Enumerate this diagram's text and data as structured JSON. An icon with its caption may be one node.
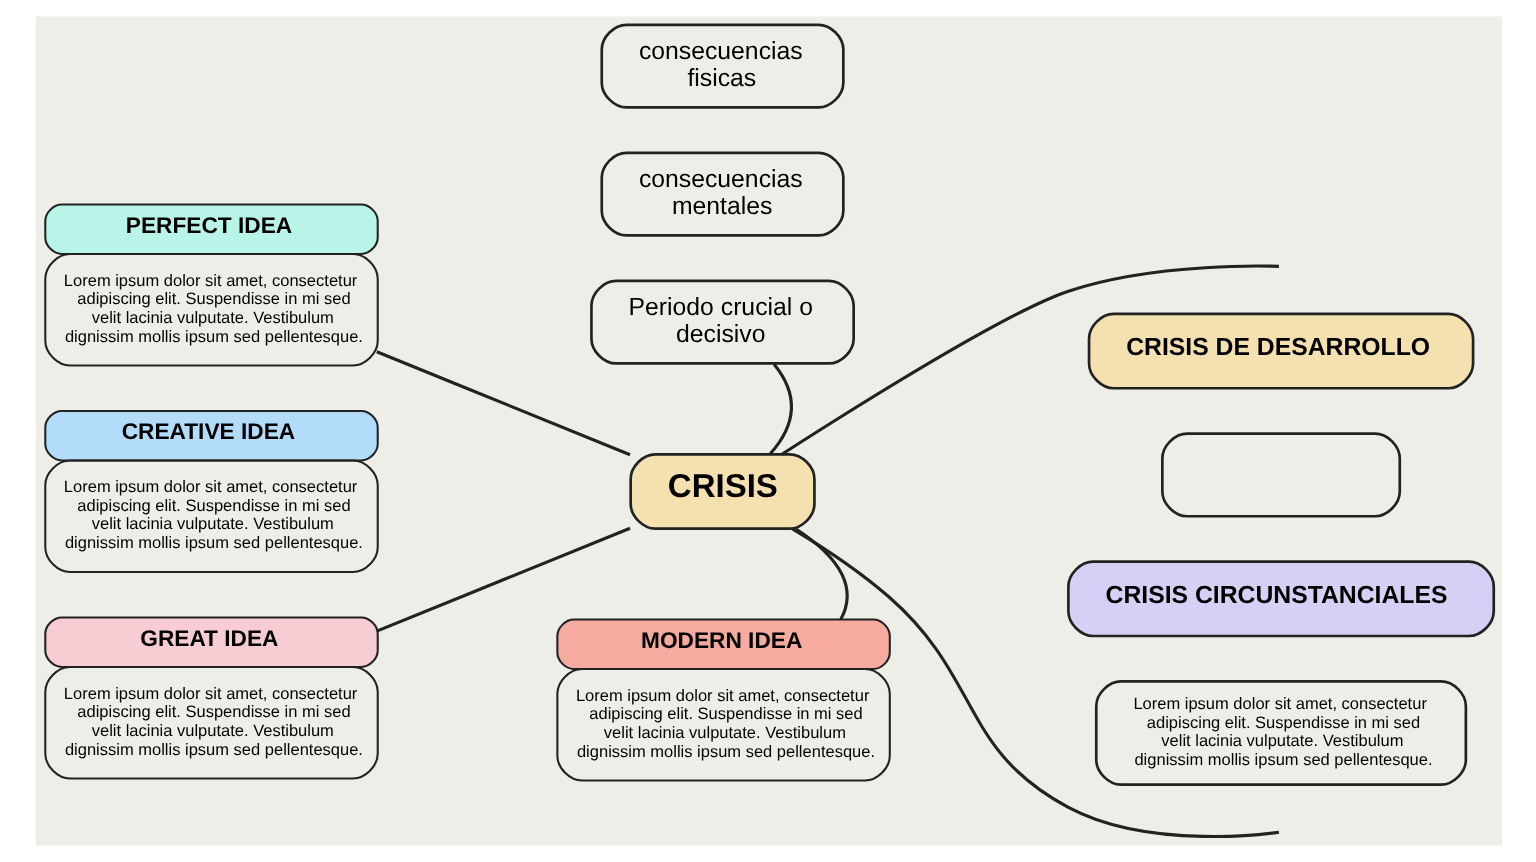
{
  "diagram": {
    "nodes": [
      {
        "text": [
          "PERFECT IDEA",
          "Lorem ipsum dolor sit amet, consectetur adipiscing elit. Suspendisse in mi sed velit lacinia vulputate. Vestibulum dignissim mollis ipsum sed pellentesque."
        ]
      },
      {
        "text": [
          "consecuencias fisicas"
        ]
      },
      {
        "text": [
          "consecuencias mentales"
        ]
      },
      {
        "text": [
          "CRISIS DE DESARROLLO"
        ]
      },
      {
        "text": [],
        "shape": "box"
      },
      {
        "text": [
          "Periodo crucial o decisivo"
        ]
      },
      {
        "text": [
          "CREATIVE IDEA",
          "Lorem ipsum dolor sit amet, consectetur adipiscing elit. Suspendisse in mi sed velit lacinia vulputate. Vestibulum dignissim mollis ipsum sed pellentesque."
        ]
      },
      {
        "text": [
          "CRISIS"
        ]
      },
      {
        "text": [
          "CRISIS CIRCUNSTANCIALES"
        ]
      },
      {
        "text": [
          "GREAT IDEA",
          "Lorem ipsum dolor sit amet, consectetur adipiscing elit. Suspendisse in mi sed velit lacinia vulputate. Vestibulum dignissim mollis ipsum sed pellentesque."
        ]
      },
      {
        "text": [
          "MODERN IDEA",
          "Lorem ipsum dolor sit amet, consectetur adipiscing elit. Suspendisse in mi sed velit lacinia vulputate. Vestibulum dignissim mollis ipsum sed pellentesque."
        ]
      },
      {
        "text": [
          "Lorem ipsum dolor sit amet, consectetur adipiscing elit. Suspendisse in mi sed velit lacinia vulputate. Vestibulum dignissim mollis ipsum sed pellentesque."
        ]
      }
    ],
    "edges": [
      {
        "from": 0,
        "to": 7,
        "arrow": "none"
      },
      {
        "from": 9,
        "to": 7,
        "arrow": "none"
      },
      {
        "from": 5,
        "to": 7,
        "arrow": "none"
      },
      {
        "from": 7,
        "to": 10,
        "arrow": "none"
      },
      {
        "from": 7,
        "to": null,
        "arrow": "none"
      },
      {
        "from": 7,
        "to": null,
        "arrow": "none"
      }
    ]
  }
}
